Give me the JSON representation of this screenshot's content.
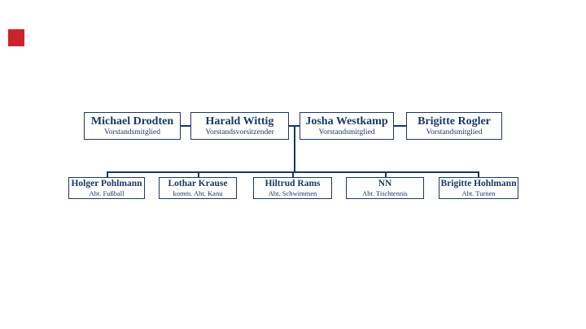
{
  "colors": {
    "navy": "#1a3863",
    "logo_red": "#c9232b",
    "background": "#ffffff"
  },
  "org": {
    "board": [
      {
        "name": "Michael Drodten",
        "role": "Vorstandsmitglied"
      },
      {
        "name": "Harald Wittig",
        "role": "Vorstandsvorsitzender"
      },
      {
        "name": "Josha Westkamp",
        "role": "Vorstandsmitglied"
      },
      {
        "name": "Brigitte Rogler",
        "role": "Vorstandsmitglied"
      }
    ],
    "departments": [
      {
        "name": "Holger Pohlmann",
        "role": "Abt. Fußball"
      },
      {
        "name": "Lothar Krause",
        "role": "komm. Abt. Kanu"
      },
      {
        "name": "Hiltrud Rams",
        "role": "Abt. Schwimmen"
      },
      {
        "name": "NN",
        "role": "Abt. Tischtennis"
      },
      {
        "name": "Brigitte Hohlmann",
        "role": "Abt. Turnen"
      }
    ]
  }
}
